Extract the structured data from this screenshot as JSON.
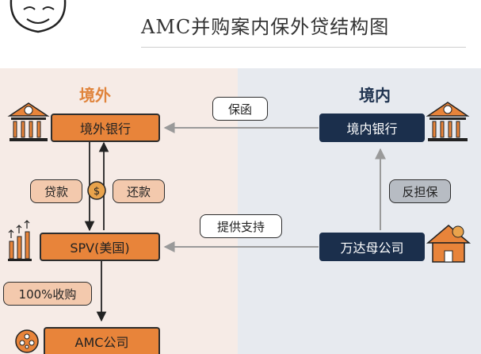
{
  "header": {
    "title": "AMC并购案内保外贷结构图"
  },
  "regions": {
    "overseas": "境外",
    "domestic": "境内"
  },
  "nodes": {
    "overseas_bank": "境外银行",
    "domestic_bank": "境内银行",
    "spv": "SPV(美国)",
    "parent_company": "万达母公司",
    "amc": "AMC公司"
  },
  "labels": {
    "guarantee_letter": "保函",
    "loan": "贷款",
    "repayment": "还款",
    "counter_guarantee": "反担保",
    "provide_support": "提供支持",
    "acquisition": "100%收购"
  },
  "colors": {
    "orange": "#e8843a",
    "navy": "#1b2f4c",
    "peach": "#f3c9ad",
    "bg_overseas": "#f6ebe6",
    "bg_domestic": "#e7eaef"
  }
}
